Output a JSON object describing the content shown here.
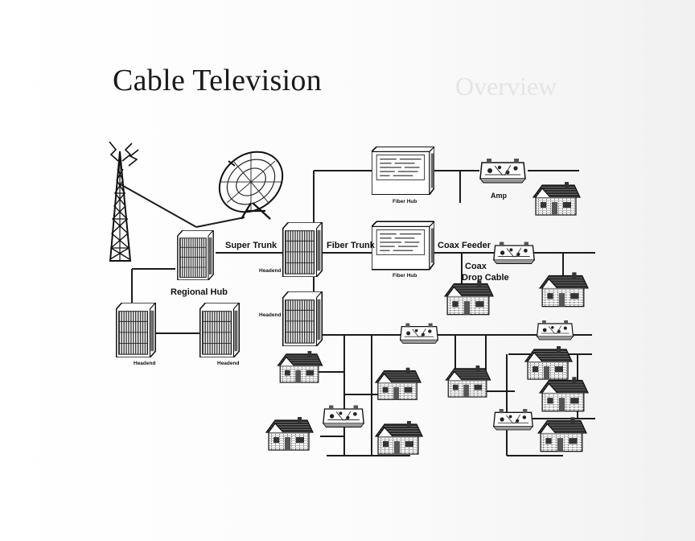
{
  "title": "Cable Television",
  "labels": {
    "super_trunk": "Super Trunk",
    "fiber_trunk": "Fiber Trunk",
    "coax_feeder": "Coax Feeder",
    "coax": "Coax",
    "drop_cable": "Drop Cable",
    "amp": "Amp",
    "regional_hub": "Regional Hub",
    "fiber_hub_top": "Fiber Hub",
    "fiber_hub_mid": "Fiber Hub",
    "headend_center_top": "Headend",
    "headend_center_mid": "Headend",
    "headend_left": "Headend",
    "headend_middle": "Headend"
  },
  "background_text": {
    "overview": "Overview"
  },
  "colors": {
    "ink": "#1c1c1c",
    "paper": "#ffffff",
    "faint": "#e4e4e4"
  },
  "icons": [
    "broadcast-tower-icon",
    "satellite-dish-icon",
    "equipment-rack-icon",
    "fiber-hub-icon",
    "amplifier-icon",
    "house-icon"
  ]
}
